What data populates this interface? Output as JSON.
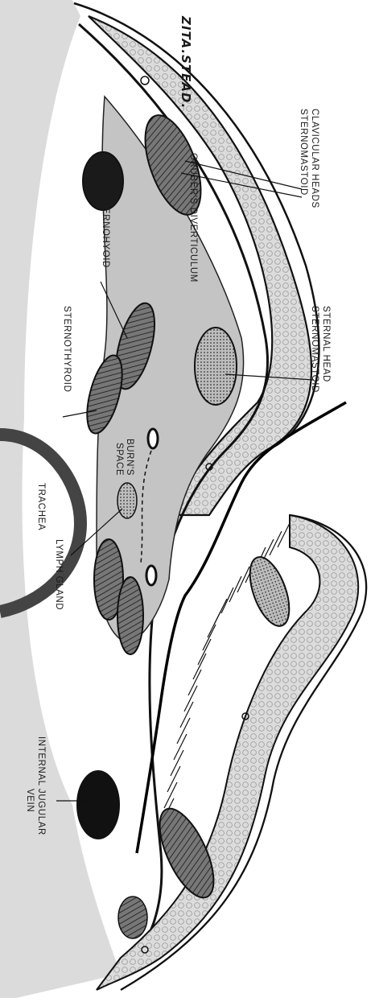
{
  "labels": {
    "signature": "ZITA.STEAD.",
    "clavicular_1": "CLAVICULAR HEADS",
    "clavicular_2": "STERNOMASTOID",
    "gruber": "GRÜBER'S DIVERTICULUM",
    "sternohyoid": "STERNOHYOID",
    "sternal_1": "STERNAL HEAD",
    "sternal_2": "STERNOMASTOID",
    "sternothyroid": "STERNOTHYROID",
    "trachea": "TRACHEA",
    "burns_1": "BURN'S",
    "burns_2": "SPACE",
    "lymph": "LYMPH GLAND",
    "jugular_1": "INTERNAL JUGULAR",
    "jugular_2": "VEIN"
  },
  "colors": {
    "background": "#ffffff",
    "dark_region": "#b9b9b9",
    "skin_layer": "#d8d8d8",
    "space": "#c6c6c6",
    "muscle": "#6e6e6e",
    "ink": "#111111"
  }
}
